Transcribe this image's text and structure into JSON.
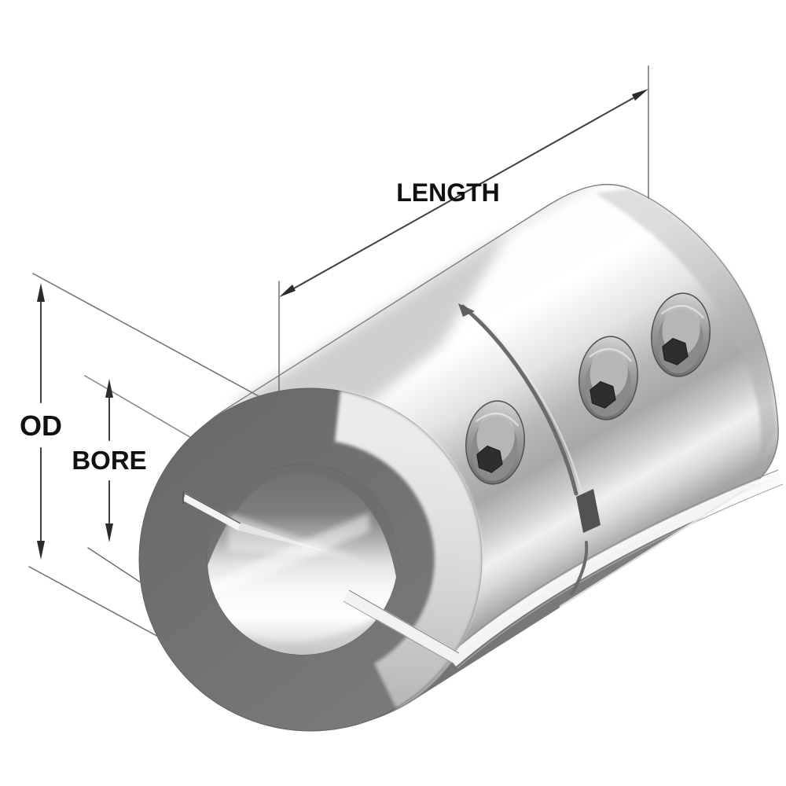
{
  "diagram": {
    "part_name": "two-piece clamp-style rigid shaft coupling",
    "dimensions": {
      "length": {
        "label": "LENGTH"
      },
      "od": {
        "label": "OD"
      },
      "bore": {
        "label": "BORE"
      }
    },
    "colors": {
      "background": "#ffffff",
      "face_ring": "#6e6e6e",
      "body_highlight": "#ffffff",
      "body_mid": "#c2c2c2",
      "body_shadow": "#878787",
      "bottom_half": "#828282",
      "hole_socket": "#2e2e2e",
      "dimension_line": "#3f3f3f",
      "extension_line": "#6e6e6e",
      "label_text": "#111111"
    }
  }
}
